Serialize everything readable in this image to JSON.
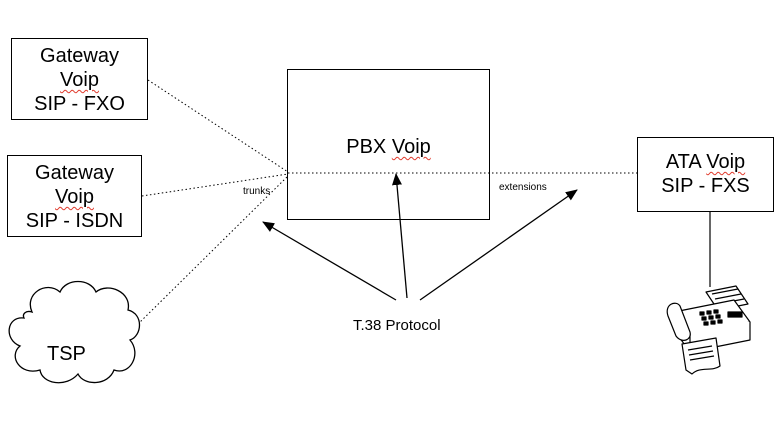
{
  "nodes": {
    "gateway_fxo": {
      "line1": "Gateway",
      "line2": "Voip",
      "line3": "SIP - FXO"
    },
    "gateway_isdn": {
      "line1": "Gateway",
      "line2": "Voip",
      "line3": "SIP - ISDN"
    },
    "tsp": {
      "label": "TSP"
    },
    "pbx": {
      "label_word1": "PBX",
      "label_word2": "Voip"
    },
    "ata": {
      "line1_word1": "ATA",
      "line1_word2": "Voip",
      "line2": "SIP - FXS"
    }
  },
  "labels": {
    "trunks": "trunks",
    "extensions": "extensions",
    "protocol": "T.38 Protocol"
  },
  "icons": {
    "fax": "fax-machine-icon",
    "cloud": "cloud-icon"
  },
  "colors": {
    "stroke": "#000000",
    "spellcheck_underline": "#e0392b"
  }
}
